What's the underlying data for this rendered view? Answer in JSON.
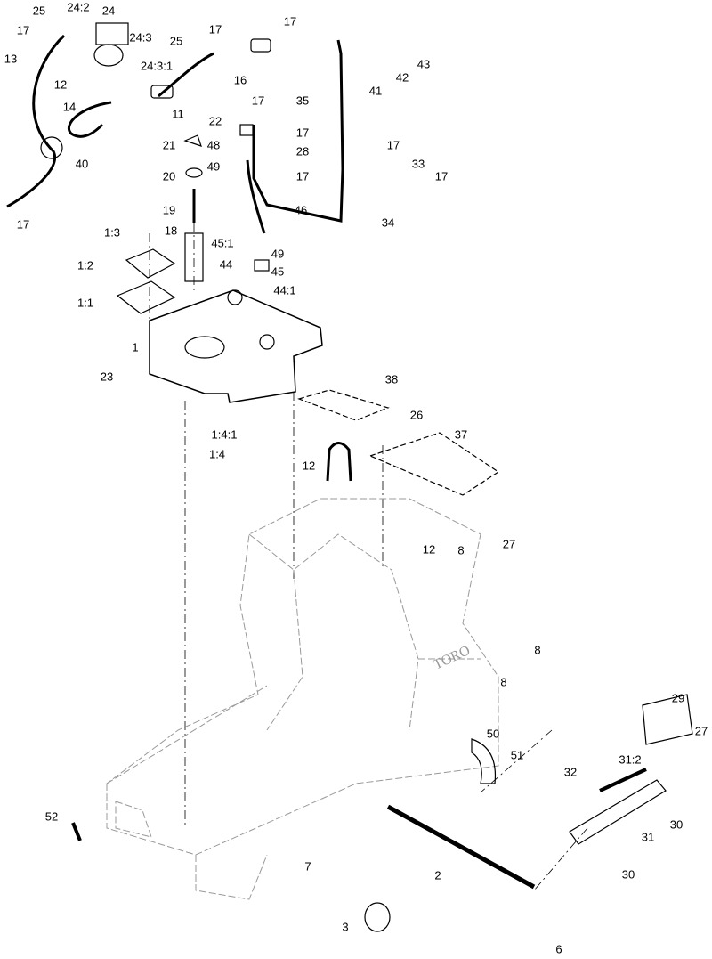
{
  "diagram": {
    "type": "exploded parts diagram",
    "line_color": "#000000",
    "frame_line_color": "#888888",
    "frame_logo": "TORO",
    "callouts": [
      "25",
      "24:2",
      "24",
      "17",
      "24:3",
      "25",
      "17",
      "17",
      "43",
      "42",
      "13",
      "24:3:1",
      "12",
      "16",
      "41",
      "14",
      "11",
      "35",
      "17",
      "22",
      "17",
      "21",
      "48",
      "28",
      "17",
      "33",
      "49",
      "20",
      "17",
      "17",
      "40",
      "19",
      "46",
      "34",
      "17",
      "1:3",
      "18",
      "45:1",
      "49",
      "45",
      "1:2",
      "44",
      "44:1",
      "1:1",
      "1",
      "23",
      "38",
      "26",
      "37",
      "1:4:1",
      "1:4",
      "12",
      "27",
      "8",
      "12",
      "8",
      "8",
      "29",
      "27",
      "50",
      "51",
      "31:2",
      "32",
      "52",
      "30",
      "31",
      "7",
      "2",
      "30",
      "3",
      "6"
    ]
  }
}
